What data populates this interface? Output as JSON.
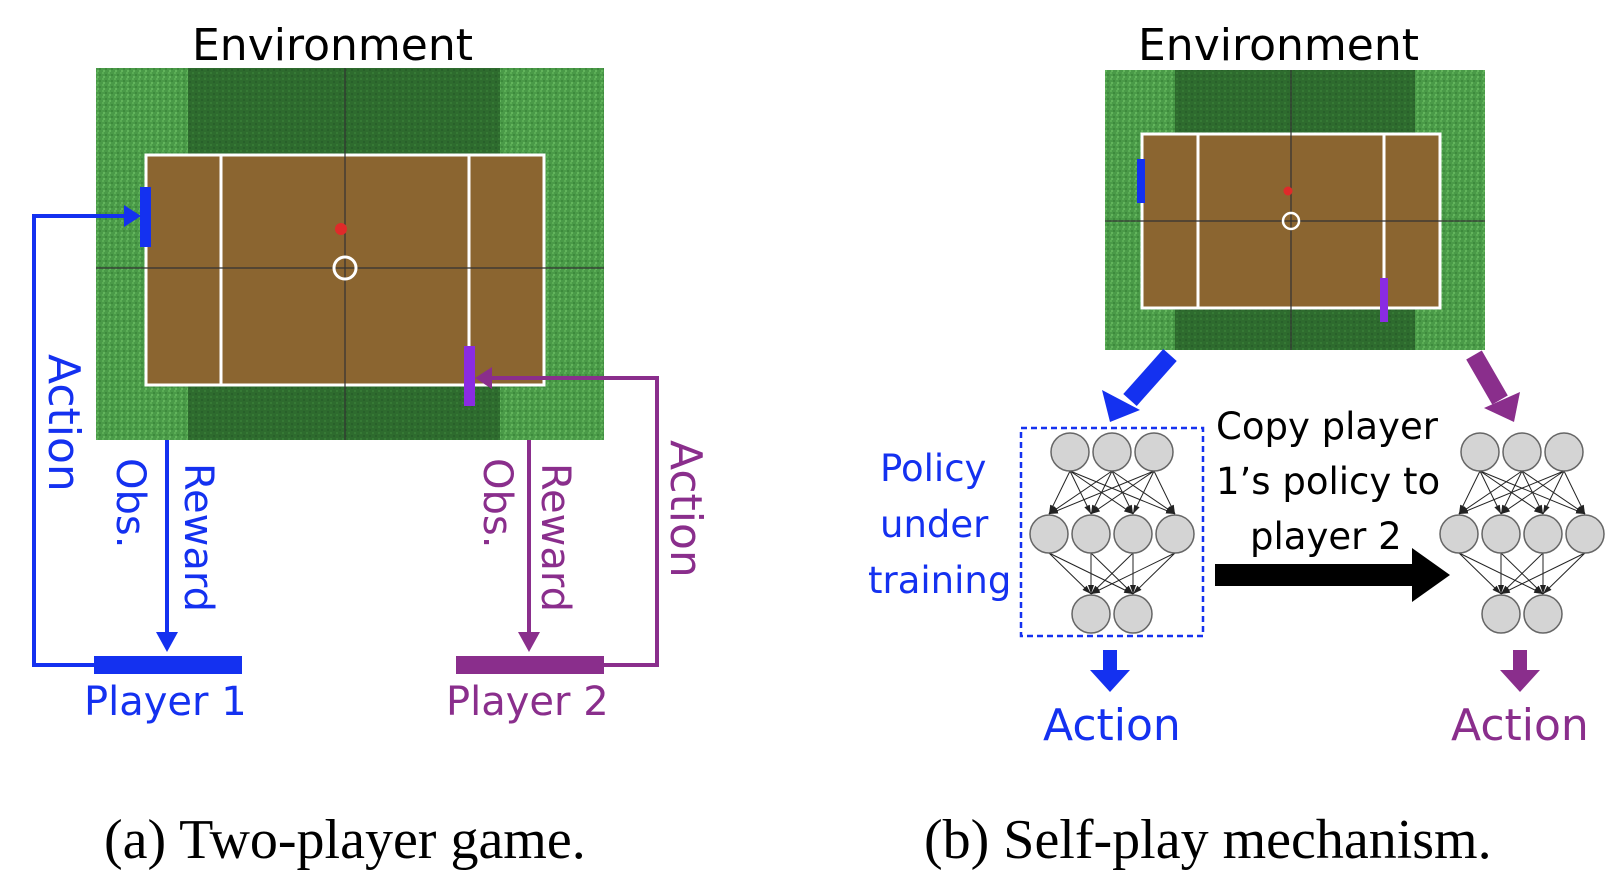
{
  "panel_a": {
    "environment_label": "Environment",
    "player1": {
      "action_label": "Action",
      "obs_label": "Obs.",
      "reward_label": "Reward",
      "name": "Player 1"
    },
    "player2": {
      "action_label": "Action",
      "obs_label": "Obs.",
      "reward_label": "Reward",
      "name": "Player 2"
    },
    "caption": "(a) Two-player game."
  },
  "panel_b": {
    "environment_label": "Environment",
    "policy_line1": "Policy",
    "policy_line2": "under",
    "policy_line3": "training",
    "copy_line1": "Copy player",
    "copy_line2": "1’s policy to",
    "copy_line3": "player 2",
    "left_action": "Action",
    "right_action": "Action",
    "caption": "(b) Self-play mechanism."
  },
  "colors": {
    "player1": "#1431f0",
    "player2": "#8a2e8c",
    "grass": "#3f8a3f",
    "court": "#8b6530",
    "neuron_fill": "#d4d4d4"
  }
}
